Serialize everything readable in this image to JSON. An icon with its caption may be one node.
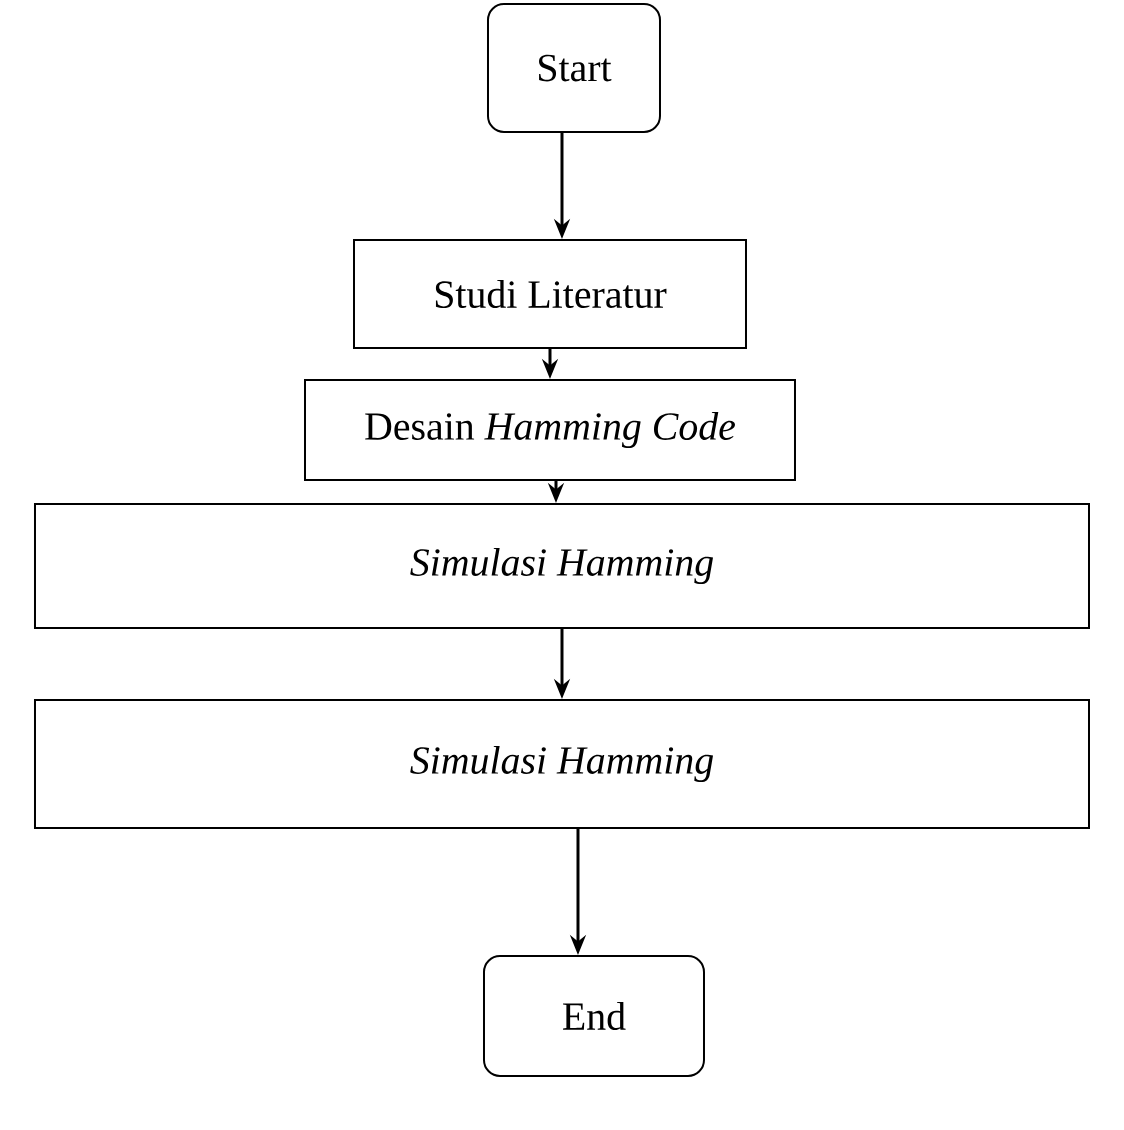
{
  "diagram": {
    "nodes": [
      {
        "text": [
          "Start"
        ]
      },
      {
        "text": [
          "Studi Literatur"
        ]
      },
      {
        "text": [
          "Desain *Hamming Code*"
        ]
      },
      {
        "text": [
          "Simulasi Hamming"
        ]
      },
      {
        "text": [
          "Simulasi Hamming"
        ]
      },
      {
        "text": [
          "End"
        ]
      }
    ],
    "edges": [
      {
        "from": 0,
        "to": 1,
        "arrow": "to"
      },
      {
        "from": 1,
        "to": 2,
        "arrow": "to"
      },
      {
        "from": 2,
        "to": 3,
        "arrow": "to"
      },
      {
        "from": 3,
        "to": 4,
        "arrow": "to"
      },
      {
        "from": 4,
        "to": 5,
        "arrow": "to"
      }
    ]
  }
}
